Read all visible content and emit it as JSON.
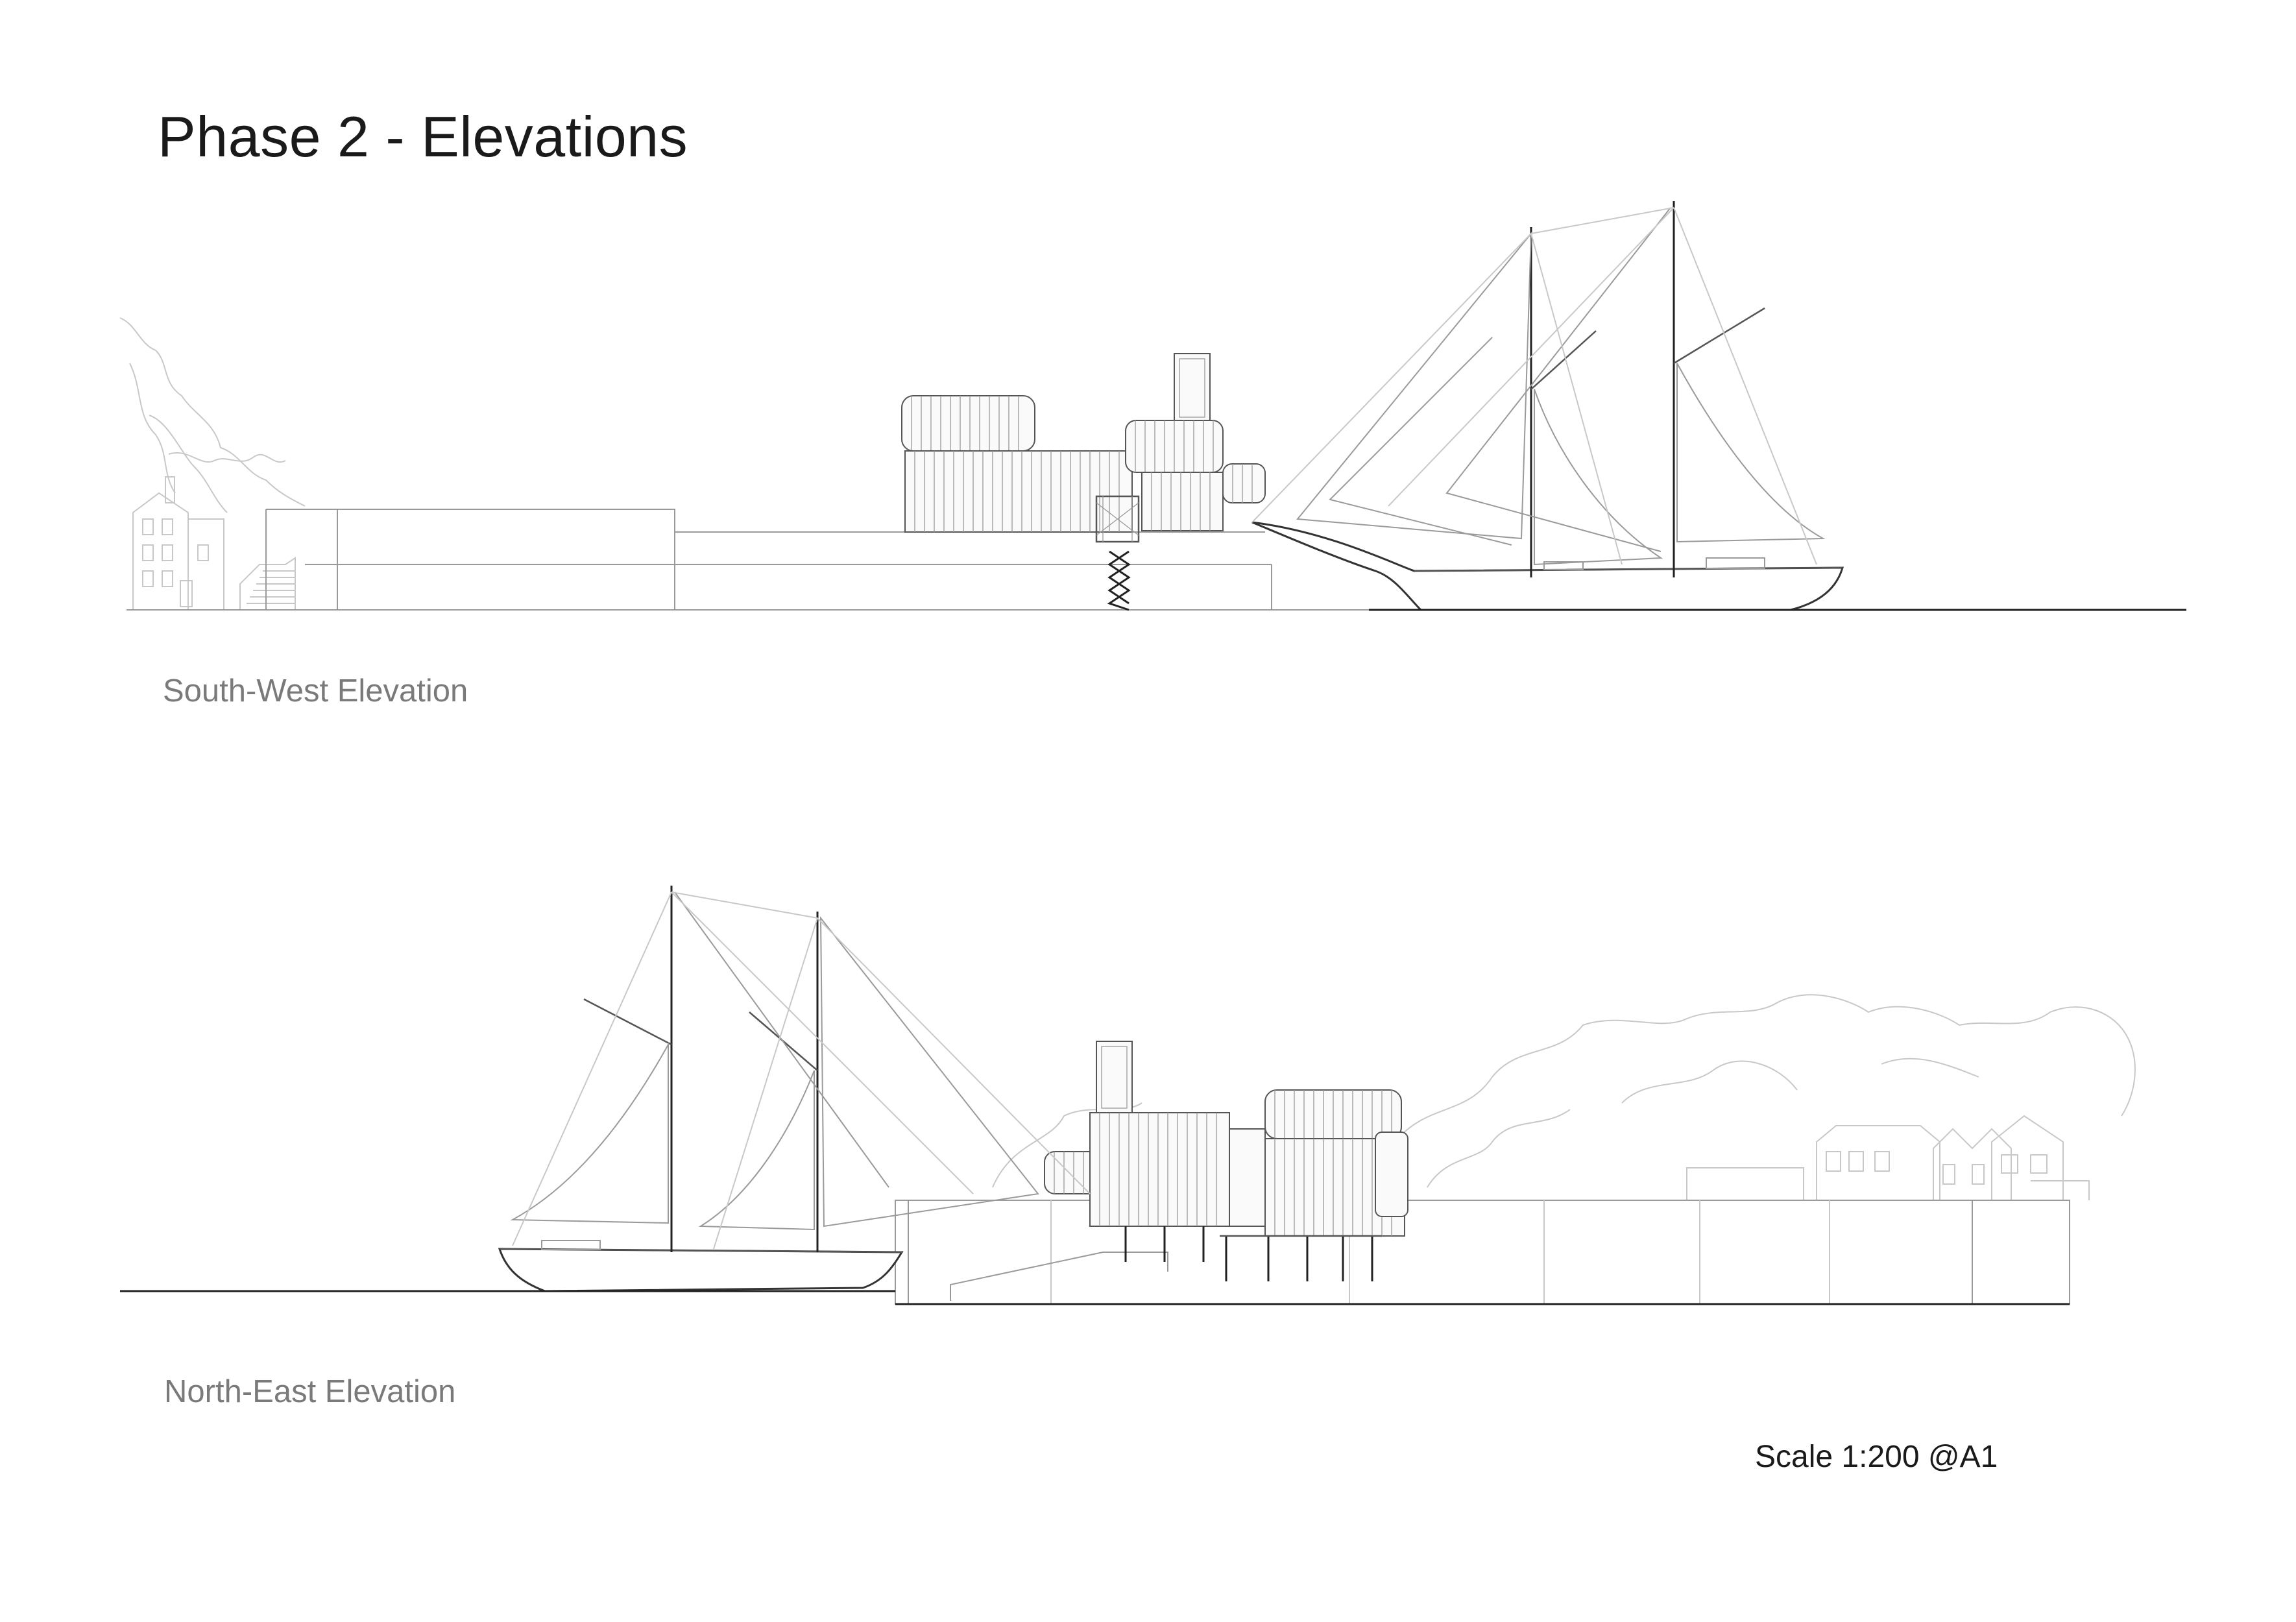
{
  "sheet": {
    "title": "Phase 2 - Elevations",
    "scale_note": "Scale 1:200 @A1"
  },
  "elevations": [
    {
      "caption": "South-West Elevation"
    },
    {
      "caption": "North-East Elevation"
    }
  ],
  "colors": {
    "background": "#ffffff",
    "line_dark": "#222222",
    "line_mid": "#555555",
    "line_faint": "#c8c8c8",
    "caption_grey": "#7a7a7a"
  }
}
